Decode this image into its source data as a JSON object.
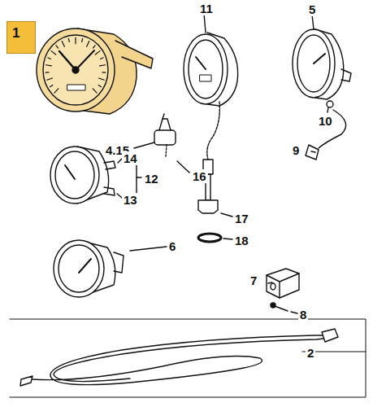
{
  "diagram": {
    "nodes": [
      {
        "text": [
          "1"
        ]
      }
    ],
    "labels": [
      "11",
      "5",
      "4.15",
      "16",
      "10",
      "9",
      "14",
      "12",
      "13",
      "17",
      "18",
      "6",
      "7",
      "8",
      "2"
    ]
  }
}
